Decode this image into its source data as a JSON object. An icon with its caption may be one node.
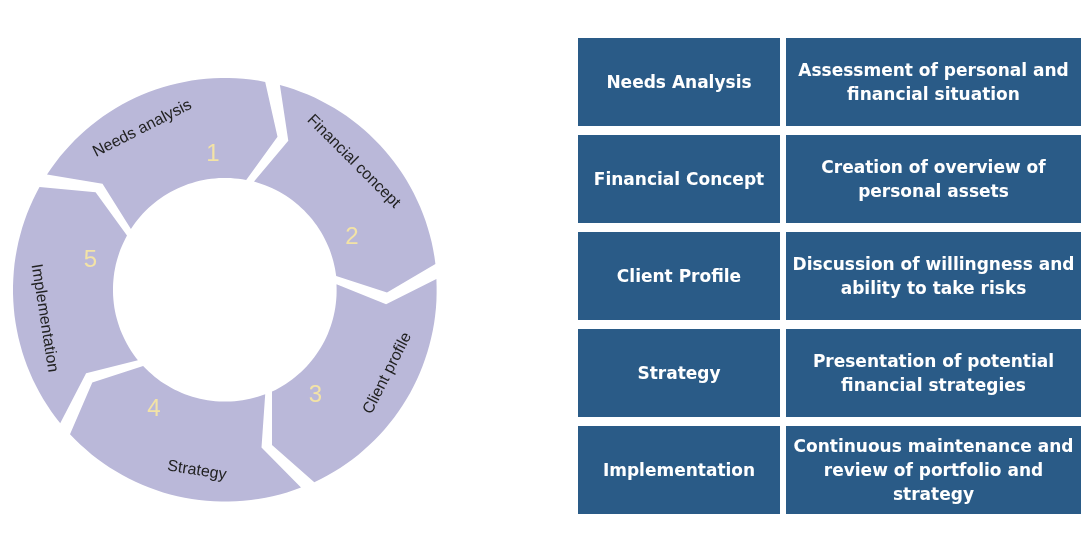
{
  "diagram": {
    "nodes": [
      {
        "text": [
          "Needs analysis",
          "1"
        ]
      },
      {
        "text": [
          "Financial concept",
          "2"
        ]
      },
      {
        "text": [
          "Client profile",
          "3"
        ]
      },
      {
        "text": [
          "Strategy",
          "4"
        ]
      },
      {
        "text": [
          "Implementation",
          "5"
        ]
      }
    ],
    "edges": [],
    "labels": [
      "Needs Analysis",
      "Assessment of personal and financial situation",
      "Financial Concept",
      "Creation of overview of personal assets",
      "Client Profile",
      "Discussion of willingness and ability to take risks",
      "Strategy",
      "Presentation of potential financial strategies",
      "Implementation",
      "Continuous maintenance and review of portfolio and strategy"
    ]
  }
}
